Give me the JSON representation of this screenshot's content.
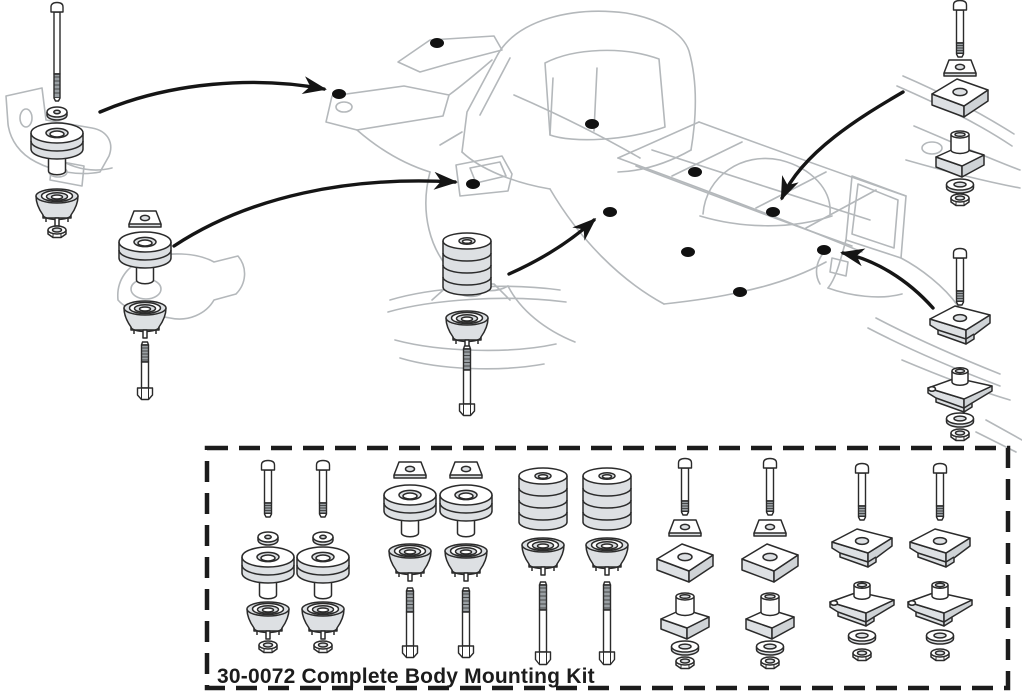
{
  "kit_box": {
    "label": "30-0072 Complete Body Mounting Kit",
    "part_number": "30-0072",
    "kit_name": "Complete Body Mounting Kit"
  },
  "colors": {
    "part_line": "#2b2b2b",
    "vehicle_line": "#b4b8bb",
    "part_fill": "#dde0e3",
    "arrow": "#151515",
    "background": "#ffffff"
  },
  "diagram": {
    "vehicle": "pickup-truck-body-wireframe",
    "mount_point_dots": 10,
    "callout_arrows": 5,
    "assemblies": [
      {
        "id": "front-cab-mount",
        "parts": [
          "hex-bolt",
          "small-washer",
          "round-bushing-with-sleeve",
          "cone-lower-bushing",
          "hex-nut"
        ],
        "quantity_in_kit": 2
      },
      {
        "id": "cab-floor-mount",
        "parts": [
          "square-washer",
          "round-bushing-with-sleeve",
          "cone-lower-bushing",
          "hex-bolt"
        ],
        "quantity_in_kit": 2
      },
      {
        "id": "center-body-mount",
        "parts": [
          "stacked-barrel-bushing",
          "cone-lower-bushing",
          "hex-bolt"
        ],
        "quantity_in_kit": 2
      },
      {
        "id": "bed-front-mount",
        "parts": [
          "hex-bolt",
          "square-washer",
          "rectangular-upper-pad",
          "rectangular-lower-pad-with-sleeve",
          "flat-washer",
          "hex-nut"
        ],
        "quantity_in_kit": 2
      },
      {
        "id": "bed-rear-mount",
        "parts": [
          "hex-bolt",
          "flanged-upper-pad",
          "flanged-lower-pad-with-sleeve",
          "flat-washer",
          "hex-nut"
        ],
        "quantity_in_kit": 2
      }
    ]
  }
}
